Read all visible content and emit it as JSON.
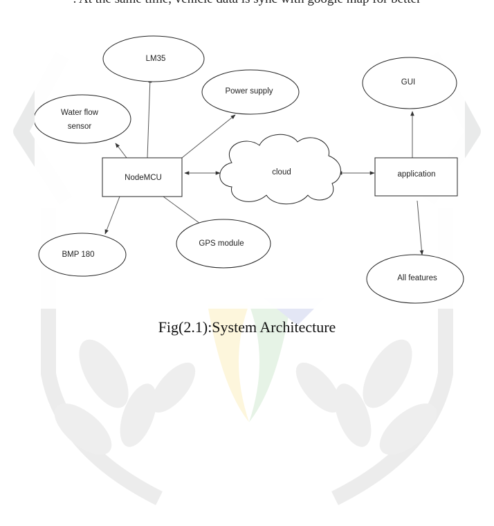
{
  "page": {
    "top_text": ". At the same time, vehicle data is sync with google map for better",
    "caption": "Fig(2.1):System Architecture"
  },
  "diagram": {
    "nodes": {
      "lm35": "LM35",
      "power_supply": "Power supply",
      "water_flow_line1": "Water flow",
      "water_flow_line2": "sensor",
      "nodemcu": "NodeMCU",
      "cloud": "cloud",
      "application": "application",
      "gui": "GUI",
      "bmp180": "BMP 180",
      "gps_module": "GPS module",
      "all_features": "All features"
    }
  }
}
